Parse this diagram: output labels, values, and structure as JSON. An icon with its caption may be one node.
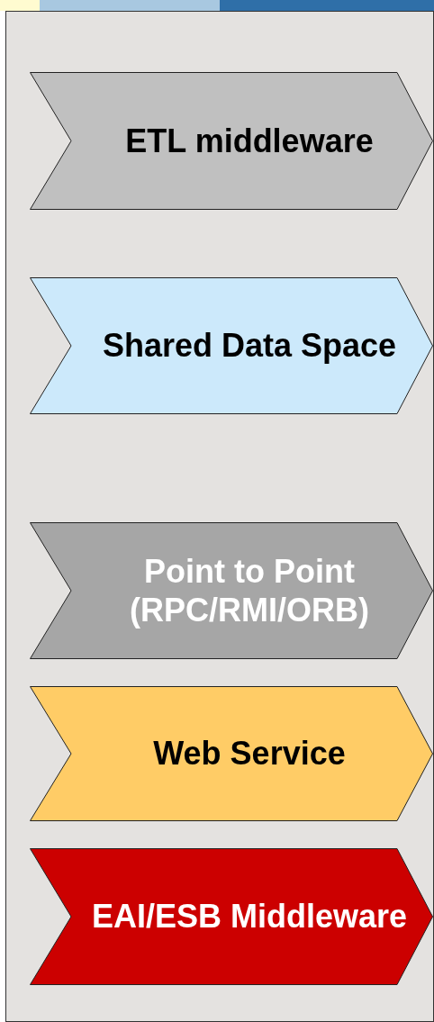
{
  "diagram": {
    "nodes": [
      {
        "text": [
          "ETL middleware"
        ]
      },
      {
        "text": [
          "Shared Data Space"
        ]
      },
      {
        "text": [
          "Point to Point (RPC/RMI/ORB)"
        ]
      },
      {
        "text": [
          "Web Service"
        ]
      },
      {
        "text": [
          "EAI/ESB Middleware"
        ]
      }
    ],
    "edges": []
  }
}
